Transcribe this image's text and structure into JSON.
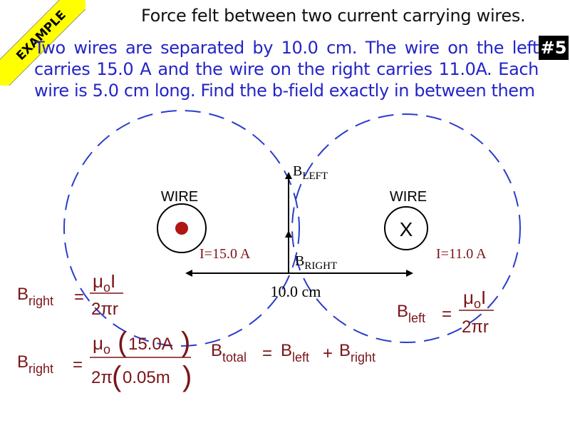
{
  "ribbon": "EXAMPLE",
  "title": "Force felt between two current carrying wires.",
  "badge": "#5",
  "problem": "Two wires are separated by 10.0 cm. The wire on the left carries 15.0 A and the wire on the right carries 11.0A. Each wire is 5.0 cm long. Find the b-field exactly in between them",
  "diagram": {
    "wire_left_label": "WIRE",
    "wire_right_label": "WIRE",
    "wire_right_symbol": "X",
    "current_left": "I=15.0 A",
    "current_right": "I=11.0 A",
    "distance": "10.0 cm",
    "b_left": {
      "main": "B",
      "sub": "LEFT"
    },
    "b_right": {
      "main": "B",
      "sub": "RIGHT"
    }
  },
  "equations": {
    "b_right_general": {
      "lhs": "B",
      "lhs_sub": "right",
      "num_mu": "μ",
      "num_mu_sub": "o",
      "num_i": "I",
      "den": "2πr"
    },
    "b_left_general": {
      "lhs": "B",
      "lhs_sub": "left",
      "num_mu": "μ",
      "num_mu_sub": "o",
      "num_i": "I",
      "den": "2πr"
    },
    "b_right_sub": {
      "lhs": "B",
      "lhs_sub": "right",
      "num_mu": "μ",
      "num_mu_sub": "o",
      "num_val": "15.0A",
      "den_pre": "2π",
      "den_val": "0.05m"
    },
    "b_total": {
      "lhs": "B",
      "lhs_sub": "total",
      "t1": "B",
      "t1_sub": "left",
      "t2": "B",
      "t2_sub": "right"
    }
  },
  "colors": {
    "problem_text": "#2424c8",
    "equations": "#7a1418",
    "circles": "#2a3ccc",
    "ribbon": "#ffff00"
  }
}
